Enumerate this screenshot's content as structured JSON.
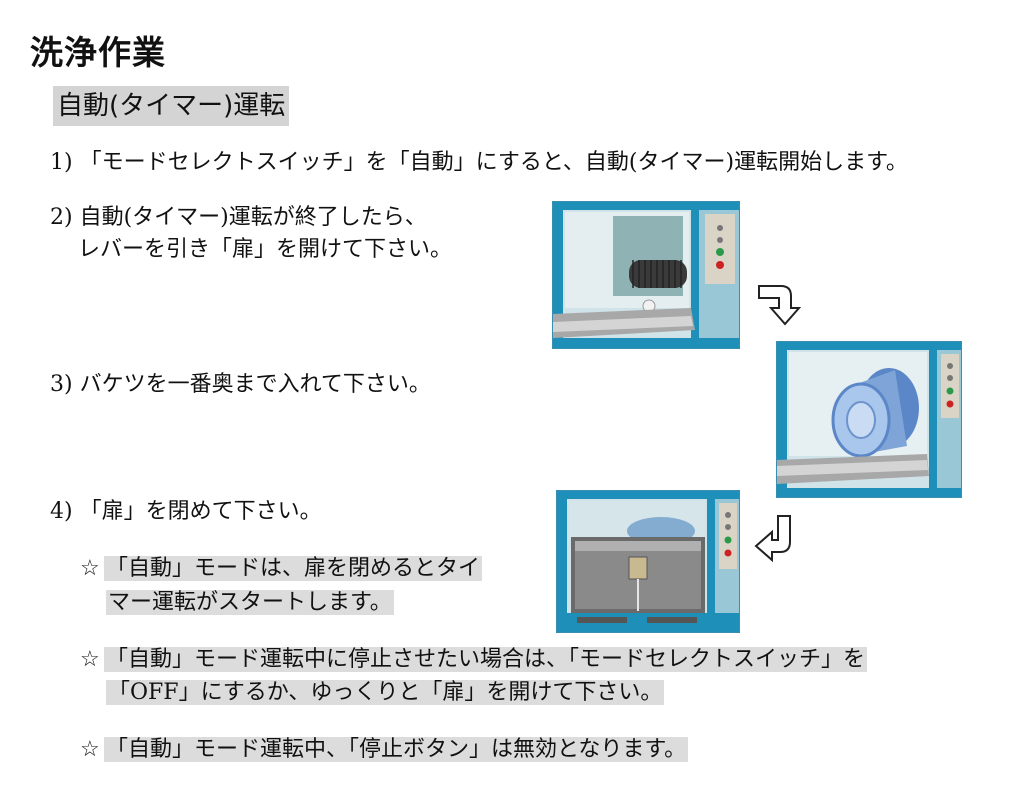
{
  "title": "洗浄作業",
  "subtitle": "自動(タイマー)運転",
  "steps": [
    {
      "num": "1)",
      "lines": [
        "「モードセレクトスイッチ」を「自動」にすると、自動(タイマー)運転開始します。"
      ]
    },
    {
      "num": "2)",
      "lines": [
        "自動(タイマー)運転が終了したら、",
        "レバーを引き「扉」を開けて下さい。"
      ]
    },
    {
      "num": "3)",
      "lines": [
        "バケツを一番奥まで入れて下さい。"
      ]
    },
    {
      "num": "4)",
      "lines": [
        "「扉」を閉めて下さい。"
      ]
    }
  ],
  "notes": [
    {
      "star": "☆",
      "lines": [
        "「自動」モードは、扉を閉めるとタイ",
        "マー運転がスタートします。"
      ]
    },
    {
      "star": "☆",
      "lines": [
        "「自動」モード運転中に停止させたい場合は、「モードセレクトスイッチ」を",
        "「OFF」にするか、ゆっくりと「扉」を開けて下さい。"
      ]
    },
    {
      "star": "☆",
      "lines": [
        "「自動」モード運転中、「停止ボタン」は無効となります。"
      ]
    }
  ],
  "colors": {
    "frame": "#1e8fb8",
    "highlight": "#dcdcdc",
    "panel": "#d9d4c6"
  },
  "photos": [
    {
      "name": "machine-door-open-photo"
    },
    {
      "name": "bucket-inserted-photo"
    },
    {
      "name": "door-closed-photo"
    }
  ]
}
